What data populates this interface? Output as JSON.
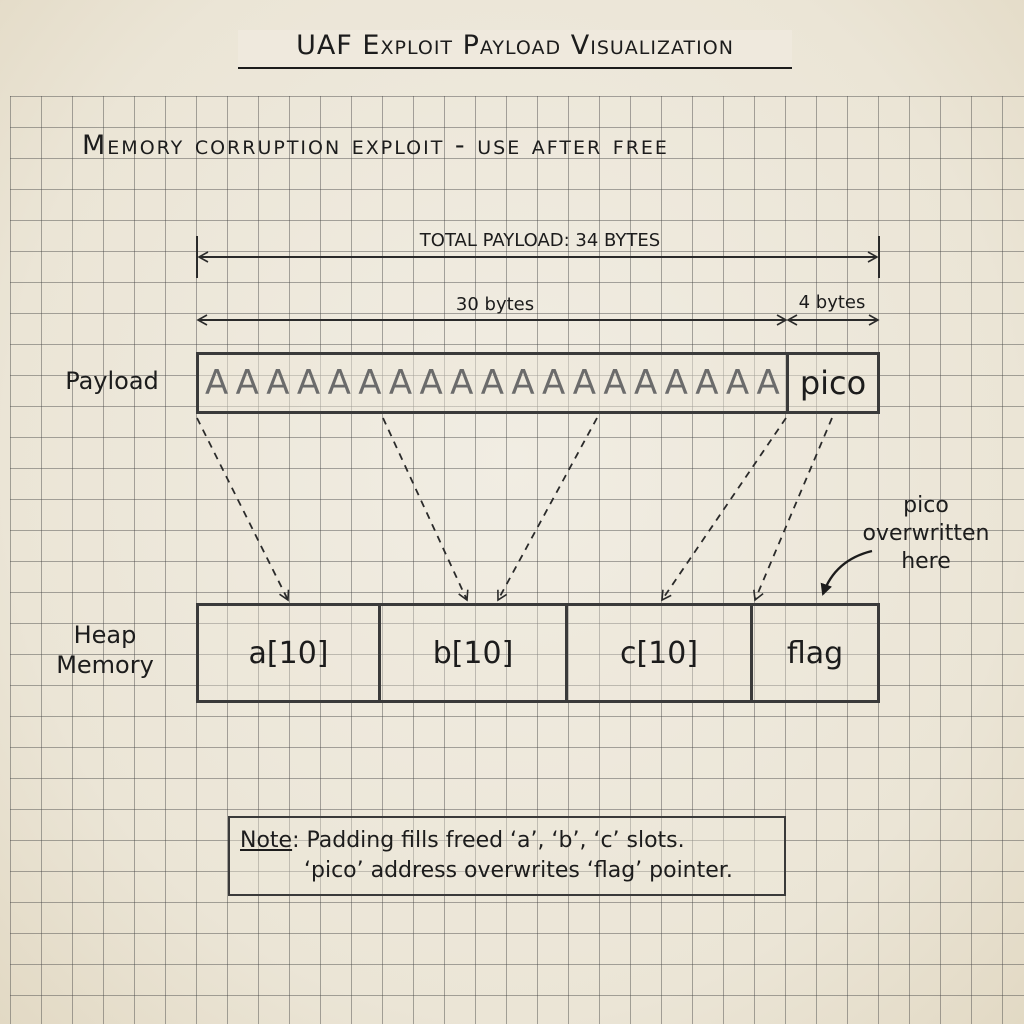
{
  "title": "UAF Exploit Payload Visualization",
  "subtitle": "Memory corruption exploit - use after free",
  "dimensions": {
    "total": "TOTAL PAYLOAD: 34 BYTES",
    "padding": "30 bytes",
    "address": "4 bytes"
  },
  "payload": {
    "label": "Payload",
    "padding_char": "A",
    "padding_glyph_count": 19,
    "tail": "pico"
  },
  "heap": {
    "label_line1": "Heap",
    "label_line2": "Memory",
    "cells": [
      {
        "label": "a[10]"
      },
      {
        "label": "b[10]"
      },
      {
        "label": "c[10]"
      },
      {
        "label": "flag"
      }
    ]
  },
  "callout": {
    "line1": "pico",
    "line2": "overwritten",
    "line3": "here"
  },
  "note": {
    "label": "Note",
    "line1": ": Padding fills freed ‘a’, ‘b’, ‘c’ slots.",
    "line2": "‘pico’ address overwrites ‘flag’ pointer."
  },
  "colors": {
    "paper": "#ece6d8",
    "ink": "#1c1c1c",
    "pencil": "#3a3a3a",
    "grid": "#707070"
  }
}
